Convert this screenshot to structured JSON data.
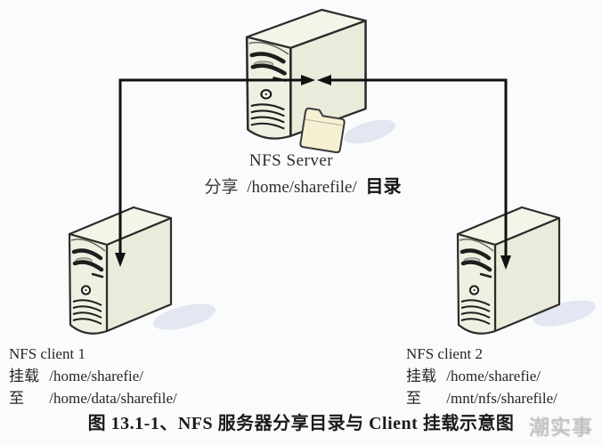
{
  "server": {
    "name": "NFS Server",
    "share_prefix": "分享",
    "share_path": "/home/sharefile/",
    "share_suffix": "目录"
  },
  "clients": [
    {
      "name": "NFS client 1",
      "mount_label": "挂载",
      "mount_path": "/home/sharefie/",
      "to_label": "至",
      "to_path": "/home/data/sharefile/"
    },
    {
      "name": "NFS client 2",
      "mount_label": "挂载",
      "mount_path": "/home/sharefie/",
      "to_label": "至",
      "to_path": "/mnt/nfs/sharefile/"
    }
  ],
  "caption": "图 13.1-1、NFS 服务器分享目录与 Client 挂载示意图",
  "watermark": "潮实事",
  "colors": {
    "background": "#fafbfd",
    "arrow": "#111111",
    "outline": "#2c2c2c",
    "tower_front": "#eff0e1",
    "tower_side": "#eaebdb",
    "tower_top": "#f4f4e8",
    "folder": "#f6f0d2",
    "shadow": "#e2e7f1",
    "text": "#1c1c1c"
  }
}
